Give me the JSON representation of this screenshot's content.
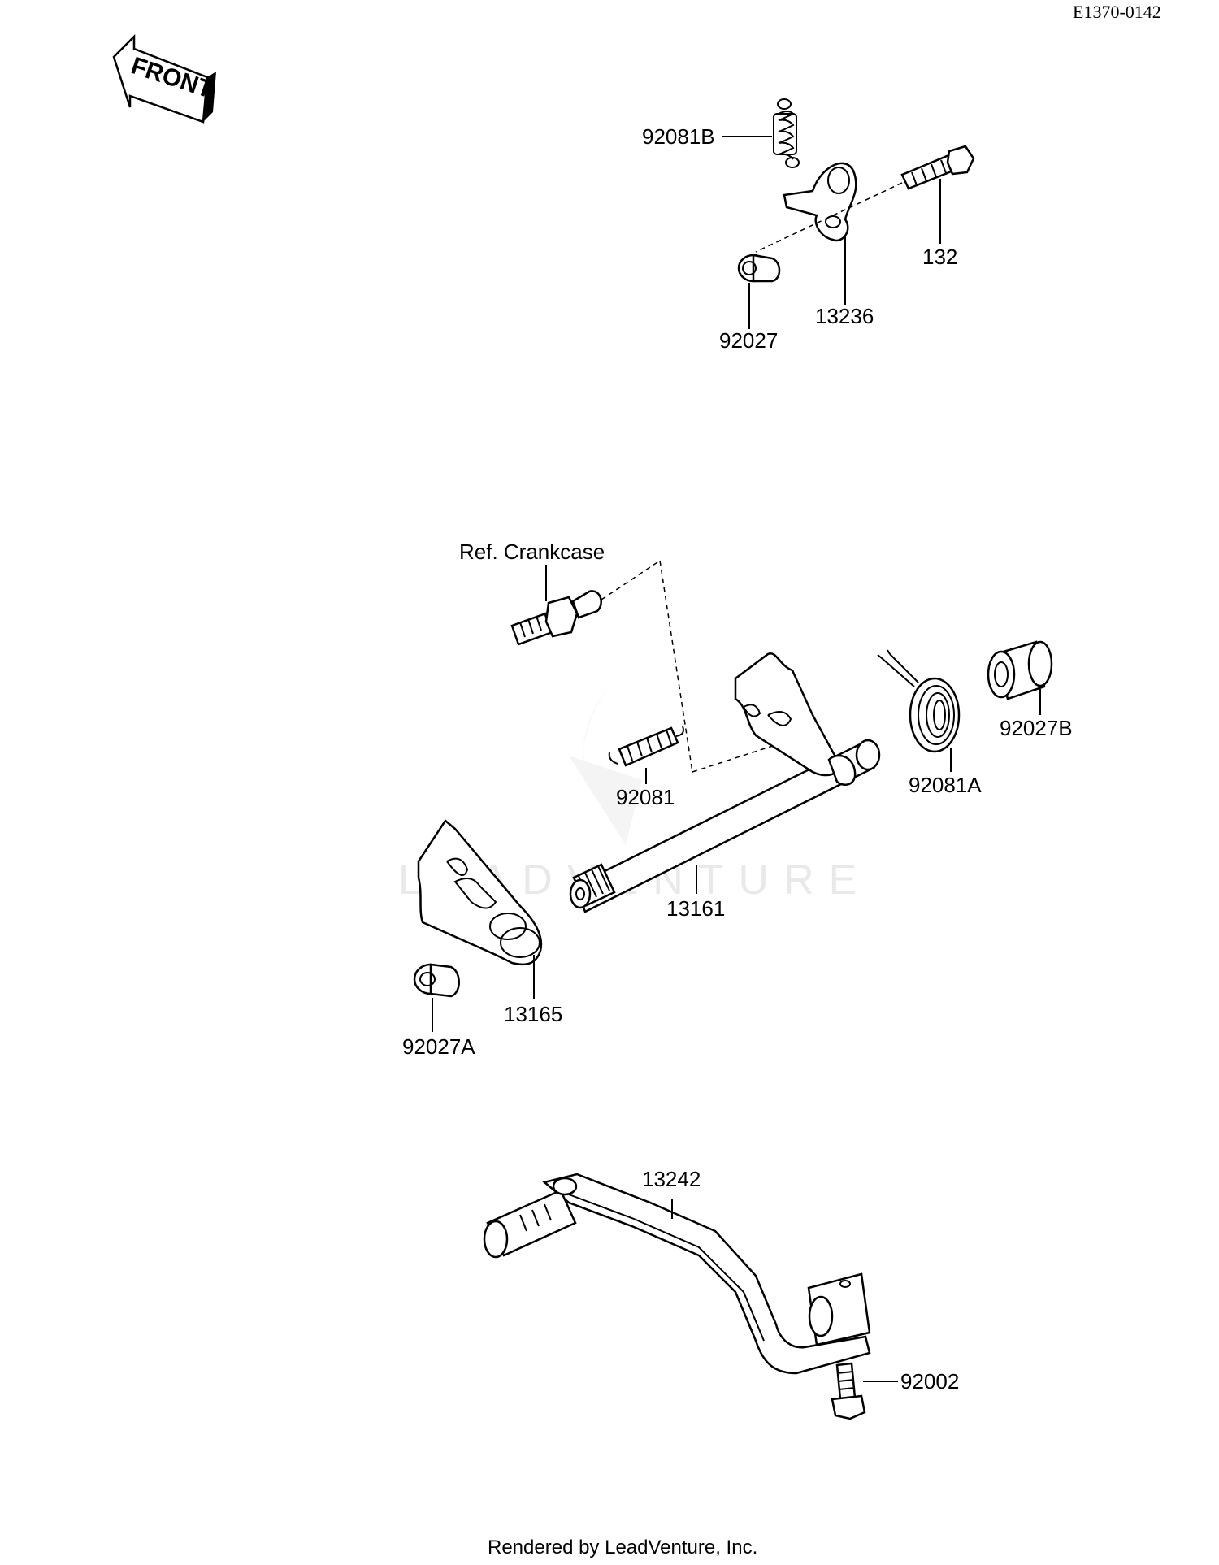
{
  "diagram_code": "E1370-0142",
  "front_label": "FRONT",
  "watermark": "LEADVENTURE",
  "footer": "Rendered by LeadVenture, Inc.",
  "callouts": {
    "p92081B": "92081B",
    "p132": "132",
    "p13236": "13236",
    "p92027": "92027",
    "ref_crankcase": "Ref. Crankcase",
    "p92081": "92081",
    "p92081A": "92081A",
    "p92027B": "92027B",
    "p13161": "13161",
    "p13165": "13165",
    "p92027A": "92027A",
    "p13242": "13242",
    "p92002": "92002"
  },
  "icons": [
    "front-arrow-icon",
    "leadventure-flame-logo"
  ]
}
